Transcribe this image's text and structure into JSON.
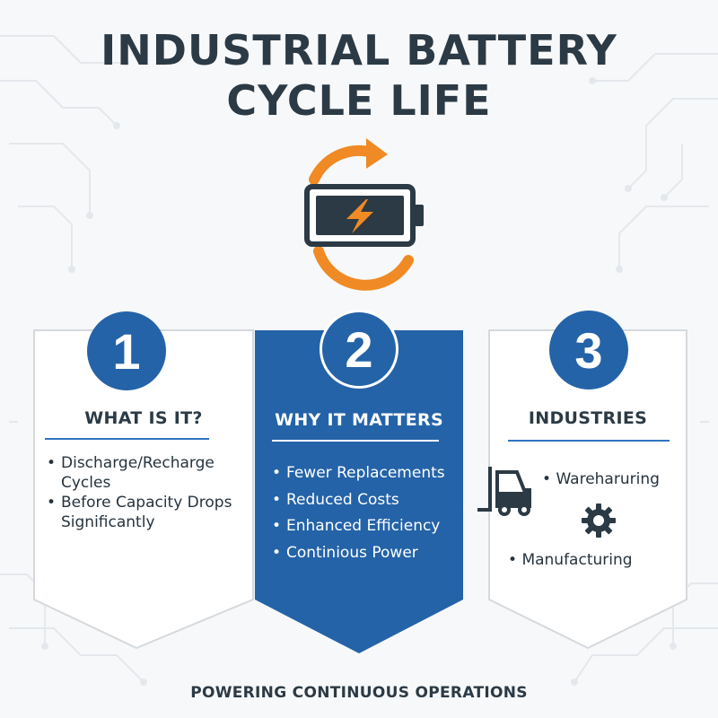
{
  "title": {
    "line1": "INDUSTRIAL BATTERY",
    "line2": "CYCLE LIFE"
  },
  "hero": {
    "icon": "battery-charging-cycle-icon"
  },
  "colors": {
    "primary_blue": "#2463a8",
    "accent_orange": "#f08a24",
    "text_dark": "#2b3a45",
    "background": "#f7f8f9"
  },
  "cards": [
    {
      "number": "1",
      "heading": "WHAT IS IT?",
      "items": [
        "Discharge/Recharge Cycles",
        "Before Capacity Drops Significantly"
      ]
    },
    {
      "number": "2",
      "heading": "WHY IT MATTERS",
      "items": [
        "Fewer Replacements",
        "Reduced Costs",
        "Enhanced Efficiency",
        "Continious Power"
      ]
    },
    {
      "number": "3",
      "heading": "INDUSTRIES",
      "items": [
        {
          "label": "Wareharuring",
          "icon": "forklift-icon"
        },
        {
          "label": "Manufacturing",
          "icon": "gear-icon"
        }
      ]
    }
  ],
  "footer": "POWERING CONTINUOUS OPERATIONS"
}
